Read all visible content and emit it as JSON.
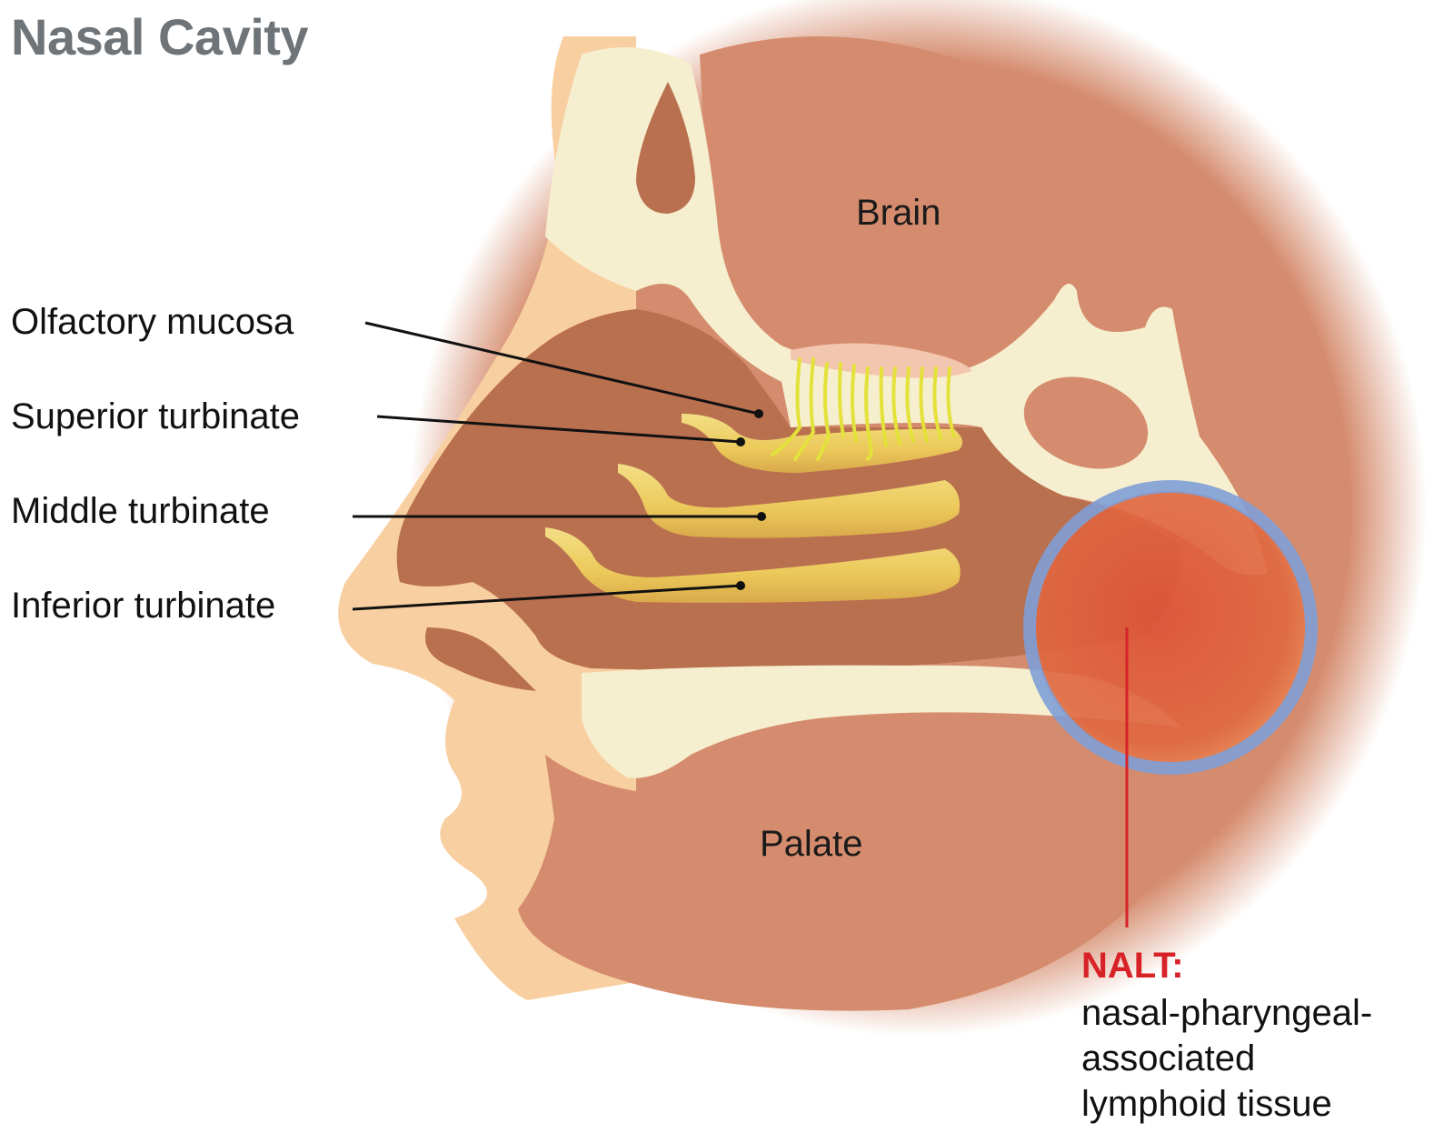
{
  "title": "Nasal Cavity",
  "regions": {
    "brain": "Brain",
    "palate": "Palate"
  },
  "labels": {
    "olfactory_mucosa": "Olfactory mucosa",
    "superior_turbinate": "Superior turbinate",
    "middle_turbinate": "Middle turbinate",
    "inferior_turbinate": "Inferior turbinate"
  },
  "nalt": {
    "title": "NALT:",
    "description_lines": [
      "nasal-pharyngeal-",
      "associated",
      "lymphoid tissue"
    ]
  },
  "colors": {
    "title_gray": "#6f7478",
    "skin": "#f8cfa0",
    "bone": "#f6efcf",
    "tissue": "#d58c6e",
    "cavity": "#b9704f",
    "turbinate": "#f0d36a",
    "nerve": "#e3e13a",
    "nalt_fill": "#e0563a",
    "nalt_ring": "#7f9fd6",
    "nalt_red": "#d72228"
  }
}
